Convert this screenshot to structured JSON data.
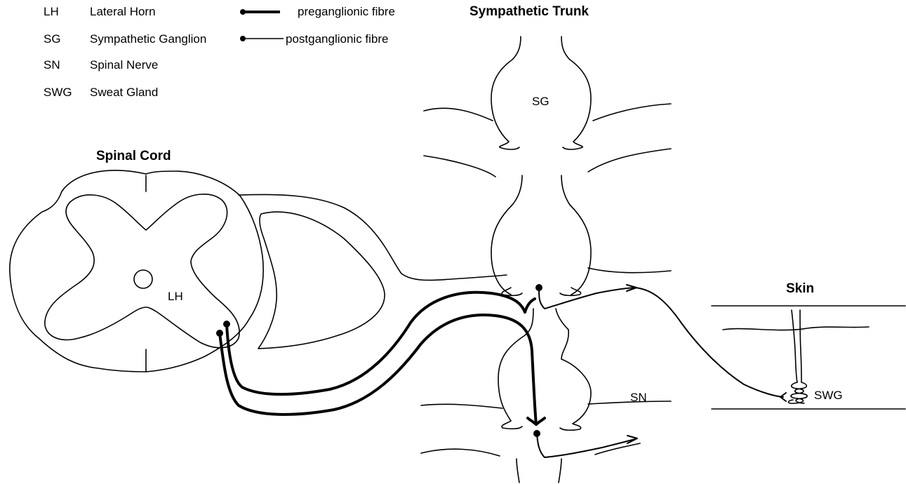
{
  "legend": {
    "abbreviations": [
      {
        "abbr": "LH",
        "meaning": "Lateral Horn"
      },
      {
        "abbr": "SG",
        "meaning": "Sympathetic Ganglion"
      },
      {
        "abbr": "SN",
        "meaning": "Spinal Nerve"
      },
      {
        "abbr": "SWG",
        "meaning": "Sweat Gland"
      }
    ],
    "fibres": {
      "pre": "preganglionic fibre",
      "post": "postganglionic fibre"
    }
  },
  "titles": {
    "trunk": "Sympathetic Trunk",
    "cord": "Spinal Cord",
    "skin": "Skin"
  },
  "labels": {
    "lh": "LH",
    "sg": "SG",
    "sn": "SN",
    "swg": "SWG"
  }
}
